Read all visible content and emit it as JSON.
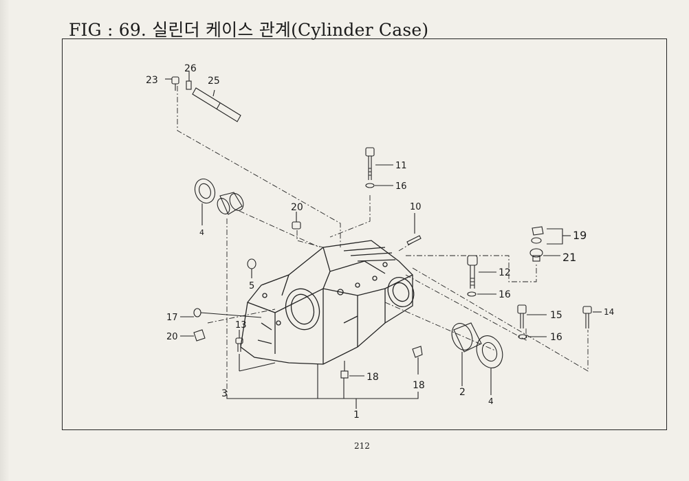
{
  "title": "FIG : 69. 실린더 케이스 관계(Cylinder Case)",
  "page_number": "212",
  "callouts": {
    "c23": "23",
    "c26": "26",
    "c25": "25",
    "c11": "11",
    "c16a": "16",
    "c10": "10",
    "c20a": "20",
    "c4a": "4",
    "c19": "19",
    "c21": "21",
    "c12": "12",
    "c16b": "16",
    "c5": "5",
    "c15": "15",
    "c14": "14",
    "c16c": "16",
    "c17": "17",
    "c13": "13",
    "c20b": "20",
    "c18a": "18",
    "c18b": "18",
    "c2": "2",
    "c4b": "4",
    "c3": "3",
    "c1": "1"
  }
}
